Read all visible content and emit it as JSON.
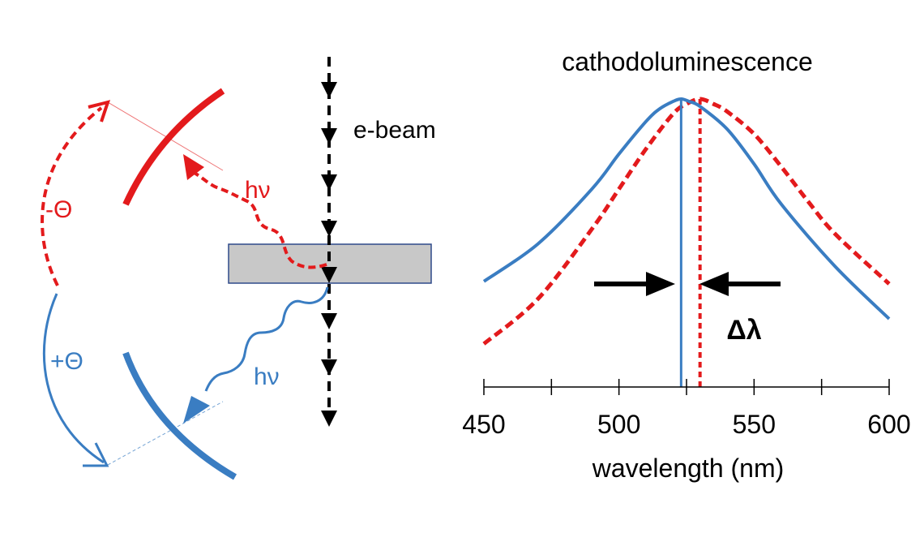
{
  "colors": {
    "red": "#e31a1c",
    "blue": "#3a7dc2",
    "black": "#000000",
    "sample_fill": "#c8c8c8",
    "sample_border": "#2f4a8a"
  },
  "schematic": {
    "ebeam_label": "e-beam",
    "photon_top_label": "hν",
    "photon_bottom_label": "hν",
    "angle_neg_label": "-Θ",
    "angle_pos_label": "+Θ"
  },
  "chart_data": {
    "type": "line",
    "title": "cathodoluminescence",
    "xlabel": "wavelength (nm)",
    "xlim": [
      450,
      600
    ],
    "x_ticks": [
      450,
      475,
      500,
      525,
      550,
      575,
      600
    ],
    "x_tick_labels": [
      "450",
      "500",
      "550",
      "600"
    ],
    "series": [
      {
        "style": "solid",
        "color": "#3a7dc2",
        "center": 523,
        "peak_line": 523,
        "x": [
          450,
          470,
          490,
          500,
          510,
          515,
          520,
          523,
          526,
          530,
          540,
          550,
          560,
          580,
          600
        ],
        "y": [
          0.27,
          0.42,
          0.64,
          0.78,
          0.91,
          0.96,
          0.99,
          1.0,
          0.99,
          0.97,
          0.88,
          0.74,
          0.58,
          0.33,
          0.12
        ]
      },
      {
        "style": "dashed",
        "color": "#e31a1c",
        "center": 530,
        "peak_line": 530,
        "x": [
          450,
          470,
          490,
          500,
          510,
          520,
          525,
          530,
          535,
          540,
          550,
          560,
          570,
          580,
          600
        ],
        "y": [
          0.02,
          0.2,
          0.48,
          0.64,
          0.8,
          0.94,
          0.98,
          1.0,
          0.98,
          0.95,
          0.86,
          0.73,
          0.59,
          0.46,
          0.26
        ]
      }
    ],
    "annotation": "Δλ"
  }
}
